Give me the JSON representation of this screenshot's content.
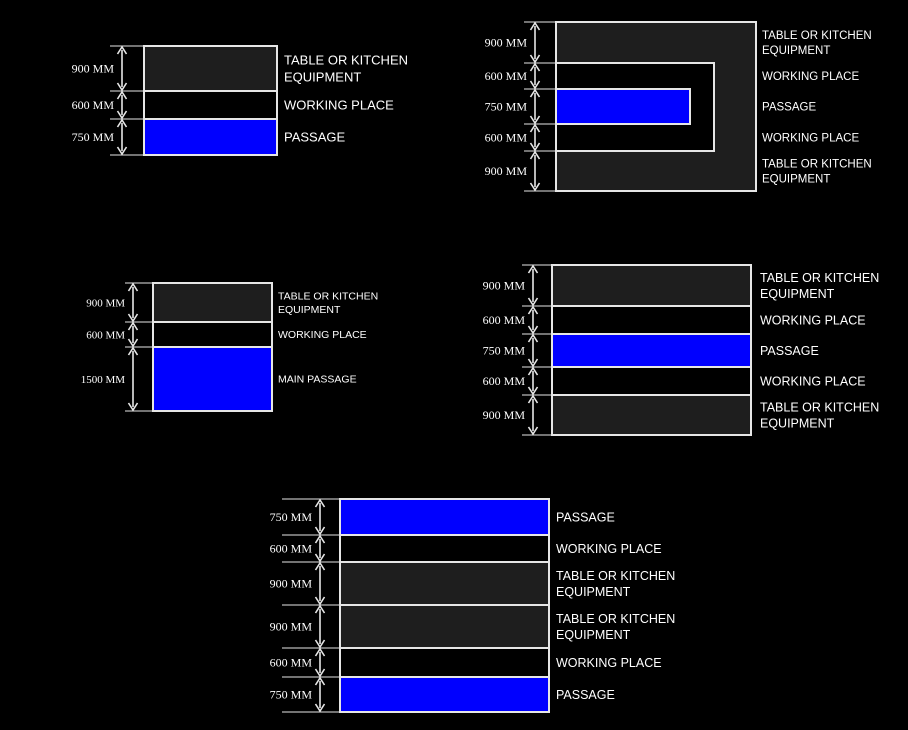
{
  "colors": {
    "background": "#000000",
    "equipment": "#1e1e1e",
    "working": "#000000",
    "passage": "#0000ff",
    "lines": "#e6e6e6"
  },
  "diagrams": [
    {
      "id": "layout-a",
      "zones": [
        {
          "dimension": "900 MM",
          "type": "equipment",
          "label": [
            "TABLE OR KITCHEN",
            " EQUIPMENT"
          ]
        },
        {
          "dimension": "600 MM",
          "type": "working",
          "label": [
            "WORKING PLACE"
          ]
        },
        {
          "dimension": "750 MM",
          "type": "passage",
          "label": [
            "PASSAGE"
          ]
        }
      ]
    },
    {
      "id": "layout-b",
      "zones": [
        {
          "dimension": "900 MM",
          "type": "equipment",
          "label": [
            "TABLE OR KITCHEN",
            "EQUIPMENT"
          ]
        },
        {
          "dimension": "600 MM",
          "type": "working",
          "label": [
            "WORKING PLACE"
          ]
        },
        {
          "dimension": "750 MM",
          "type": "passage",
          "label": [
            "PASSAGE"
          ]
        },
        {
          "dimension": "600 MM",
          "type": "working",
          "label": [
            "WORKING PLACE"
          ]
        },
        {
          "dimension": "900 MM",
          "type": "equipment",
          "label": [
            "TABLE OR KITCHEN",
            " EQUIPMENT"
          ]
        }
      ]
    },
    {
      "id": "layout-c",
      "zones": [
        {
          "dimension": "900 MM",
          "type": "equipment",
          "label": [
            "TABLE OR KITCHEN",
            "EQUIPMENT"
          ]
        },
        {
          "dimension": "600 MM",
          "type": "working",
          "label": [
            "WORKING PLACE"
          ]
        },
        {
          "dimension": "1500 MM",
          "type": "passage",
          "label": [
            "MAIN PASSAGE"
          ]
        }
      ]
    },
    {
      "id": "layout-d",
      "zones": [
        {
          "dimension": "900 MM",
          "type": "equipment",
          "label": [
            "TABLE OR KITCHEN",
            "EQUIPMENT"
          ]
        },
        {
          "dimension": "600 MM",
          "type": "working",
          "label": [
            "WORKING PLACE"
          ]
        },
        {
          "dimension": "750 MM",
          "type": "passage",
          "label": [
            "PASSAGE"
          ]
        },
        {
          "dimension": "600 MM",
          "type": "working",
          "label": [
            "WORKING PLACE"
          ]
        },
        {
          "dimension": "900 MM",
          "type": "equipment",
          "label": [
            "TABLE OR KITCHEN",
            "EQUIPMENT"
          ]
        }
      ]
    },
    {
      "id": "layout-e",
      "zones": [
        {
          "dimension": "750 MM",
          "type": "passage",
          "label": [
            "PASSAGE"
          ]
        },
        {
          "dimension": "600 MM",
          "type": "working",
          "label": [
            "WORKING PLACE"
          ]
        },
        {
          "dimension": "900 MM",
          "type": "equipment",
          "label": [
            "TABLE OR KITCHEN",
            "EQUIPMENT"
          ]
        },
        {
          "dimension": "900 MM",
          "type": "equipment",
          "label": [
            "TABLE OR KITCHEN",
            "EQUIPMENT"
          ]
        },
        {
          "dimension": "600 MM",
          "type": "working",
          "label": [
            "WORKING PLACE"
          ]
        },
        {
          "dimension": "750 MM",
          "type": "passage",
          "label": [
            "PASSAGE"
          ]
        }
      ]
    }
  ]
}
